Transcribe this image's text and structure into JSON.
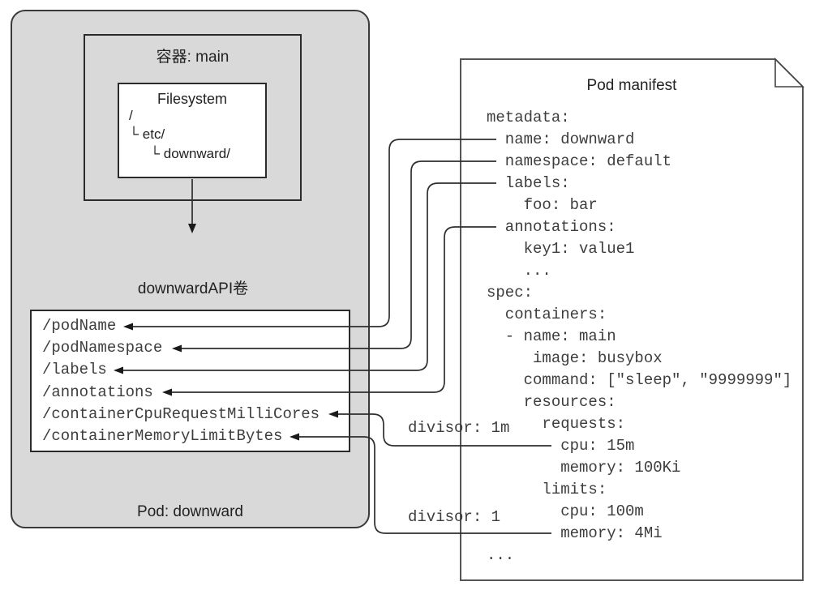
{
  "diagram": {
    "pod": {
      "label": "Pod: downward",
      "container": {
        "label": "容器: main",
        "filesystem": {
          "title": "Filesystem",
          "tree": {
            "root": "/",
            "etc": "└ etc/",
            "downward": "└ downward/"
          }
        }
      },
      "volume": {
        "label": "downwardAPI卷",
        "files": [
          "/podName",
          "/podNamespace",
          "/labels",
          "/annotations",
          "/containerCpuRequestMilliCores",
          "/containerMemoryLimitBytes"
        ]
      }
    },
    "manifest": {
      "title": "Pod manifest",
      "lines": [
        "metadata:",
        "  name: downward",
        "  namespace: default",
        "  labels:",
        "    foo: bar",
        "  annotations:",
        "    key1: value1",
        "    ...",
        "spec:",
        "  containers:",
        "  - name: main",
        "     image: busybox",
        "    command: [\"sleep\", \"9999999\"]",
        "    resources:",
        "      requests:",
        "        cpu: 15m",
        "        memory: 100Ki",
        "      limits:",
        "        cpu: 100m",
        "        memory: 4Mi",
        "..."
      ]
    },
    "divisors": {
      "cpu": "divisor: 1m",
      "memory": "divisor: 1"
    },
    "colors": {
      "pod_bg": "#d9d9d9",
      "cylinder_bg": "#c6c6c6",
      "line": "#2e2e2e",
      "doc_border": "#555555"
    }
  }
}
